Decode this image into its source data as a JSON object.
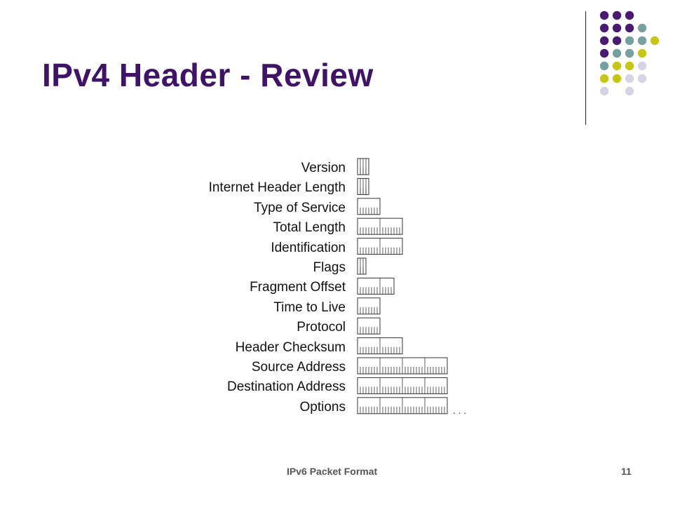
{
  "slide": {
    "title": "IPv4 Header - Review",
    "footer": "IPv6 Packet Format",
    "page_number": "11"
  },
  "theme": {
    "title_color": "#3f1366",
    "dot_colors": {
      "purple": "#4a1a70",
      "teal": "#76a0a0",
      "olive": "#c6c619",
      "lavender": "#d4d4e6"
    },
    "decoration_dots": [
      [
        "purple",
        "purple",
        "purple",
        null
      ],
      [
        "purple",
        "purple",
        "purple",
        "teal"
      ],
      [
        "purple",
        "purple",
        "teal",
        "teal",
        "olive"
      ],
      [
        "purple",
        "teal",
        "teal",
        "olive",
        null
      ],
      [
        "teal",
        "olive",
        "olive",
        "lavender",
        null
      ],
      [
        "olive",
        "olive",
        "lavender",
        "lavender",
        null
      ],
      [
        "lavender",
        null,
        "lavender",
        null,
        null
      ]
    ]
  },
  "header_fields": [
    {
      "name": "Version",
      "bits": 4
    },
    {
      "name": "Internet Header Length",
      "bits": 4
    },
    {
      "name": "Type of Service",
      "bits": 8
    },
    {
      "name": "Total Length",
      "bits": 16
    },
    {
      "name": "Identification",
      "bits": 16
    },
    {
      "name": "Flags",
      "bits": 3
    },
    {
      "name": "Fragment Offset",
      "bits": 13
    },
    {
      "name": "Time to Live",
      "bits": 8
    },
    {
      "name": "Protocol",
      "bits": 8
    },
    {
      "name": "Header Checksum",
      "bits": 16
    },
    {
      "name": "Source Address",
      "bits": 32
    },
    {
      "name": "Destination Address",
      "bits": 32
    },
    {
      "name": "Options",
      "bits": 32,
      "continues": true
    }
  ],
  "continuation_marker": ". . ."
}
